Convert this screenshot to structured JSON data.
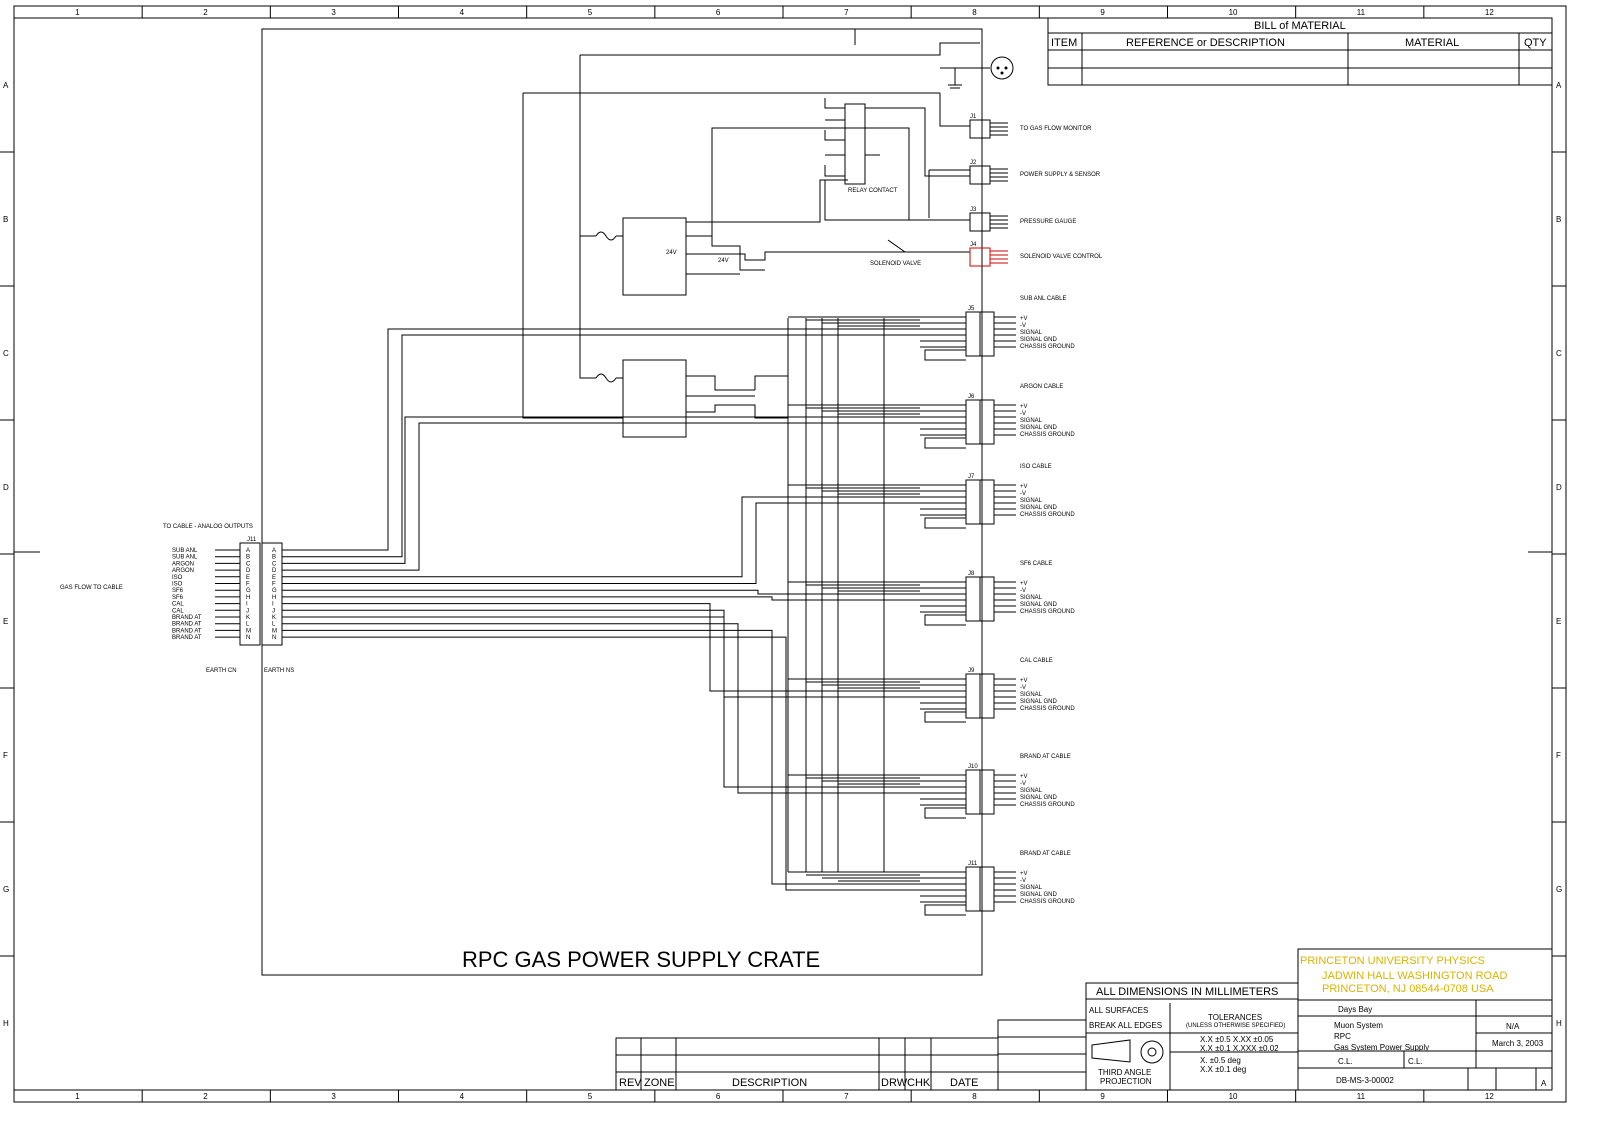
{
  "grid": {
    "columns": [
      "1",
      "2",
      "3",
      "4",
      "5",
      "6",
      "7",
      "8",
      "9",
      "10",
      "11",
      "12"
    ],
    "rows": [
      "A",
      "B",
      "C",
      "D",
      "E",
      "F",
      "G",
      "H"
    ]
  },
  "bom": {
    "title": "BILL of MATERIAL",
    "headers": [
      "ITEM",
      "REFERENCE or DESCRIPTION",
      "MATERIAL",
      "QTY"
    ]
  },
  "crate_title": "RPC  GAS POWER SUPPLY CRATE",
  "connector_j11": {
    "label": "J11",
    "title": "TO CABLE - ANALOG OUTPUTS",
    "pins_left": [
      "A",
      "B",
      "C",
      "D",
      "E",
      "F",
      "G",
      "H",
      "I",
      "J",
      "K",
      "L",
      "M",
      "N"
    ],
    "pins_right": [
      "A",
      "B",
      "C",
      "D",
      "E",
      "F",
      "G",
      "H",
      "I",
      "J",
      "K",
      "L",
      "M",
      "N"
    ],
    "signals": [
      "SUB ANL",
      "SUB ANL",
      "ARGON",
      "ARGON",
      "ISO",
      "ISO",
      "SF6",
      "SF6",
      "CAL",
      "CAL",
      "BRAND AT",
      "BRAND AT",
      "BRAND AT",
      "BRAND AT"
    ],
    "side_label": "GAS FLOW TO CABLE",
    "bottom_left": "EARTH CN",
    "bottom_right": "EARTH NS"
  },
  "top_connectors": [
    {
      "label": "J1",
      "text": "TO GAS FLOW MONITOR",
      "highlight": false
    },
    {
      "label": "J2",
      "text": "POWER SUPPLY & SENSOR",
      "highlight": false
    },
    {
      "label": "J3",
      "text": "PRESSURE GAUGE",
      "highlight": false
    },
    {
      "label": "J4",
      "text": "SOLENOID VALVE CONTROL",
      "highlight": true
    }
  ],
  "relay_label": "RELAY CONTACT",
  "solenoid_label": "SOLENOID VALVE",
  "supply_24v": "24V",
  "flow_channels": [
    {
      "label": "J5",
      "title": "SUB ANL CABLE"
    },
    {
      "label": "J6",
      "title": "ARGON CABLE"
    },
    {
      "label": "J7",
      "title": "ISO CABLE"
    },
    {
      "label": "J8",
      "title": "SF6 CABLE"
    },
    {
      "label": "J9",
      "title": "CAL CABLE"
    },
    {
      "label": "J10",
      "title": "BRAND AT CABLE"
    },
    {
      "label": "J11",
      "title": "BRAND AT CABLE"
    }
  ],
  "channel_pins": [
    "+V",
    "-V",
    "SIGNAL",
    "SIGNAL GND",
    "CHASSIS GROUND"
  ],
  "title_block": {
    "institution": "PRINCETON UNIVERSITY PHYSICS",
    "address1": "JADWIN HALL   WASHINGTON ROAD",
    "address2": "PRINCETON, NJ  08544-0708  USA",
    "dimensions": "ALL DIMENSIONS IN MILLIMETERS",
    "all_surfaces": "ALL SURFACES",
    "break_edges": "BREAK ALL EDGES",
    "tolerances": "TOLERANCES",
    "tol_note": "(UNLESS OTHERWISE SPECIFIED)",
    "lin1": "X.X  ±0.5  X.XX  ±0.05",
    "lin2": "X.X  ±0.1  X.XXX ±0.02",
    "ang1": "X.  ±0.5 deg",
    "ang2": "X.X  ±0.1 deg",
    "projection1": "THIRD ANGLE",
    "projection2": "PROJECTION",
    "drawn_by": "Days Bay",
    "title1": "Muon System",
    "title2": "RPC",
    "title3": "Gas System Power Supply",
    "scale": "N/A",
    "date": "March 3, 2003",
    "designed": "C.L.",
    "checked": "C.L.",
    "dwg_no": "DB-MS-3-00002",
    "rev": "A"
  },
  "revision_block": {
    "headers": [
      "REV",
      "ZONE",
      "DESCRIPTION",
      "DRW",
      "CHK",
      "DATE"
    ]
  }
}
